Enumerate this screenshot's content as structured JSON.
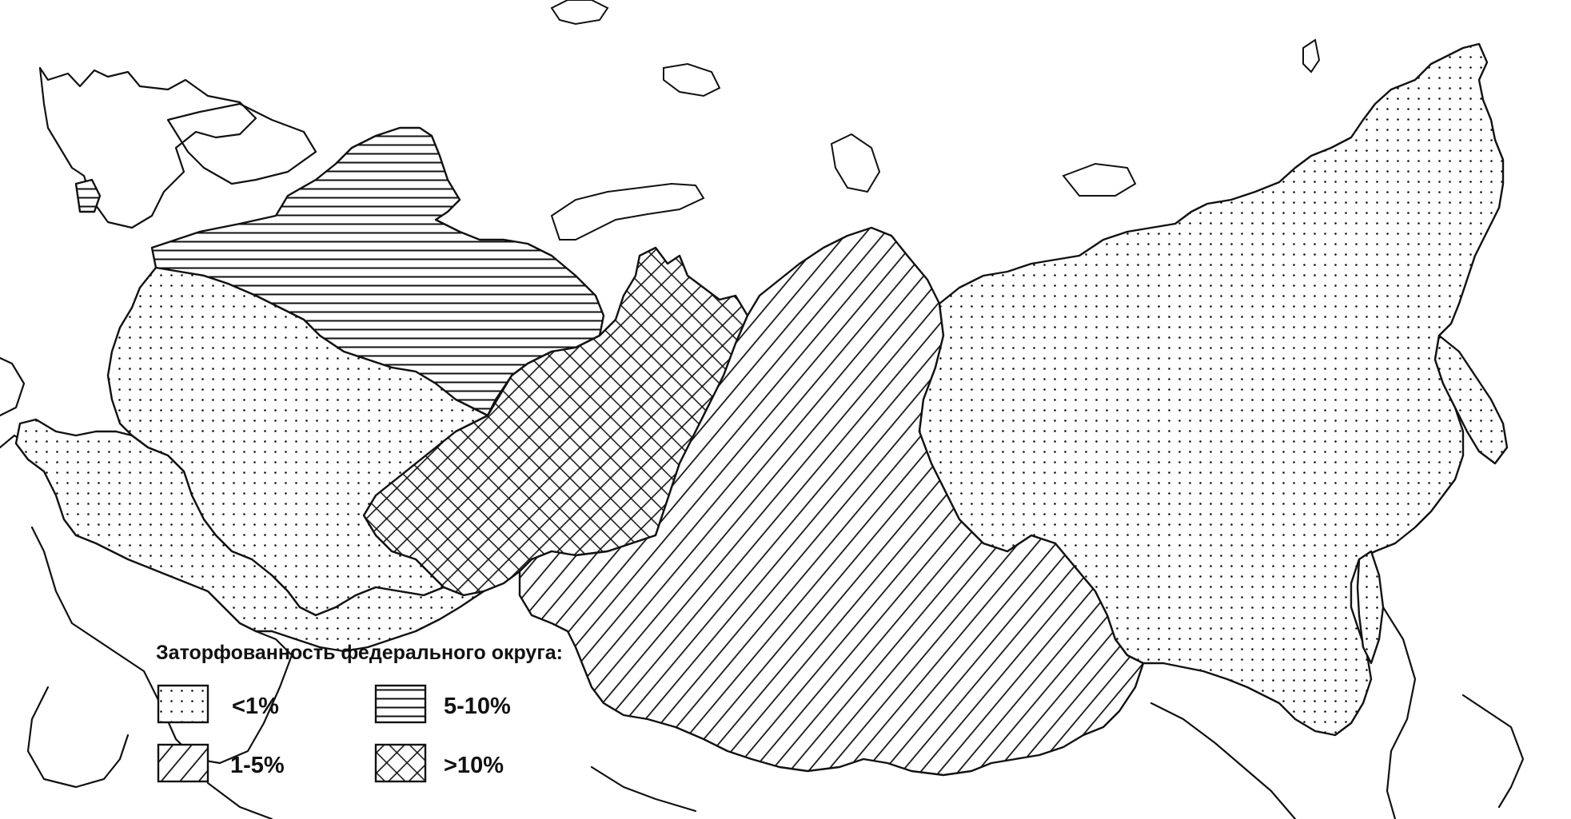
{
  "legend": {
    "title": "Заторфованность федерального округа:",
    "items": [
      {
        "key": "low",
        "label": "<1%",
        "pattern": "dots"
      },
      {
        "key": "mid",
        "label": "1-5%",
        "pattern": "diagonal"
      },
      {
        "key": "high",
        "label": "5-10%",
        "pattern": "horizontal"
      },
      {
        "key": "top",
        "label": ">10%",
        "pattern": "crosshatch"
      }
    ]
  },
  "colors": {
    "ink": "#111111",
    "paper": "#ffffff"
  }
}
